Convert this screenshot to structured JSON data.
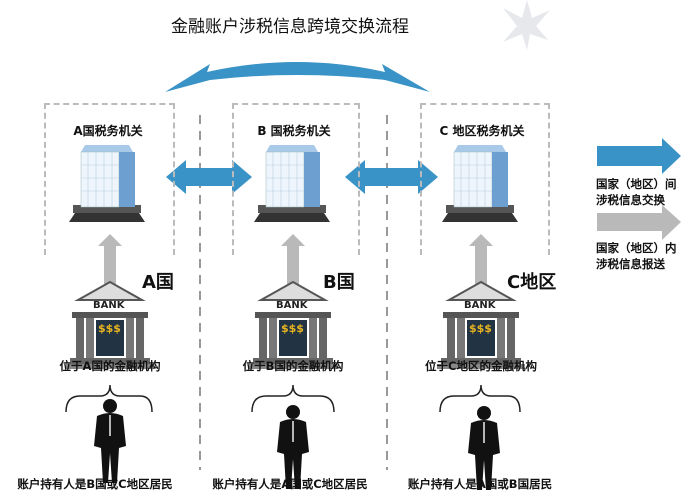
{
  "title": "金融账户涉税信息跨境交换流程",
  "columns": [
    {
      "office": "A国税务机关",
      "country": "A国",
      "institution": "位于A国的金融机构",
      "holder": "账户持有人是B国或C地区居民"
    },
    {
      "office": "B 国税务机关",
      "country": "B国",
      "institution": "位于B国的金融机构",
      "holder": "账户持有人是A国或C地区居民"
    },
    {
      "office": "C 地区税务机关",
      "country": "C地区",
      "institution": "位于C地区的金融机构",
      "holder": "账户持有人是A国或B国居民"
    }
  ],
  "bank": {
    "sign": "BANK",
    "money": "$$$"
  },
  "legend": {
    "exchange": {
      "line1": "国家（地区）间",
      "line2": "涉税信息交换",
      "color": "#3a93c6"
    },
    "report": {
      "line1": "国家（地区）内",
      "line2": "涉税信息报送",
      "color": "#b9b9b9"
    }
  },
  "colors": {
    "exchange_arrow": "#3a93c6",
    "report_arrow": "#b9b9b9"
  }
}
